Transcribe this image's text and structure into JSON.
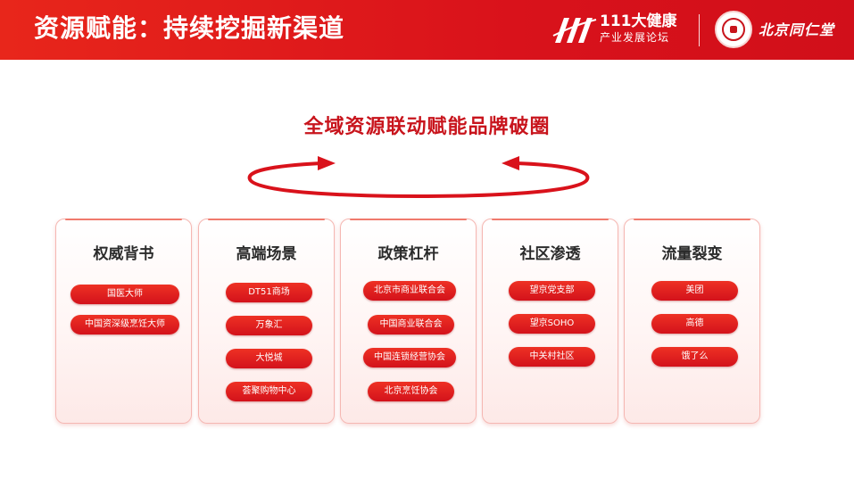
{
  "header": {
    "title": "资源赋能：持续挖掘新渠道",
    "logo_111": {
      "line1": "111大健康",
      "line2": "产业发展论坛"
    },
    "partner_logo": "北京同仁堂"
  },
  "subtitle": "全域资源联动赋能品牌破圈",
  "colors": {
    "brand_red": "#d9121b",
    "pill_red": "#e52a1f",
    "subtitle_red": "#c8141c",
    "card_border": "#f5b7b2"
  },
  "cards": [
    {
      "title": "权威背书",
      "items": [
        "国医大师",
        "中国资深级烹饪大师"
      ]
    },
    {
      "title": "高端场景",
      "items": [
        "DT51商场",
        "万象汇",
        "大悦城",
        "荟聚购物中心"
      ]
    },
    {
      "title": "政策杠杆",
      "items": [
        "北京市商业联合会",
        "中国商业联合会",
        "中国连锁经营协会",
        "北京烹饪协会"
      ]
    },
    {
      "title": "社区渗透",
      "items": [
        "望京党支部",
        "望京SOHO",
        "中关村社区"
      ]
    },
    {
      "title": "流量裂变",
      "items": [
        "美团",
        "高德",
        "饿了么"
      ]
    }
  ]
}
